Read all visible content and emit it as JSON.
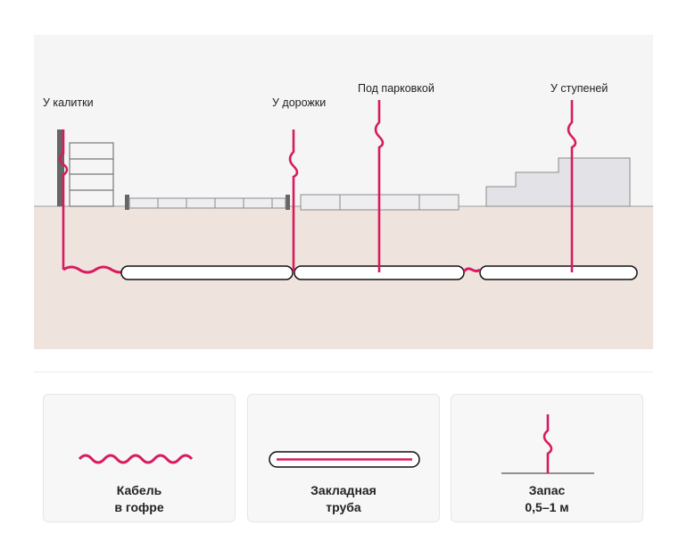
{
  "colors": {
    "cable": "#d81b60",
    "sky": "#f5f5f5",
    "ground": "#efe4dd",
    "outline": "#777777",
    "fence_post": "#666666",
    "slab": "#eeeef1",
    "steps": "#e3e3e7"
  },
  "diagram": {
    "labels": {
      "gate": "У калитки",
      "path": "У дорожки",
      "parking": "Под парковкой",
      "steps": "У ступеней"
    }
  },
  "legend": [
    {
      "line1": "Кабель",
      "line2": "в гофре",
      "icon": "corrugated-cable-icon"
    },
    {
      "line1": "Закладная",
      "line2": "труба",
      "icon": "embedded-pipe-icon"
    },
    {
      "line1": "Запас",
      "line2": "0,5–1 м",
      "icon": "cable-slack-icon"
    }
  ]
}
